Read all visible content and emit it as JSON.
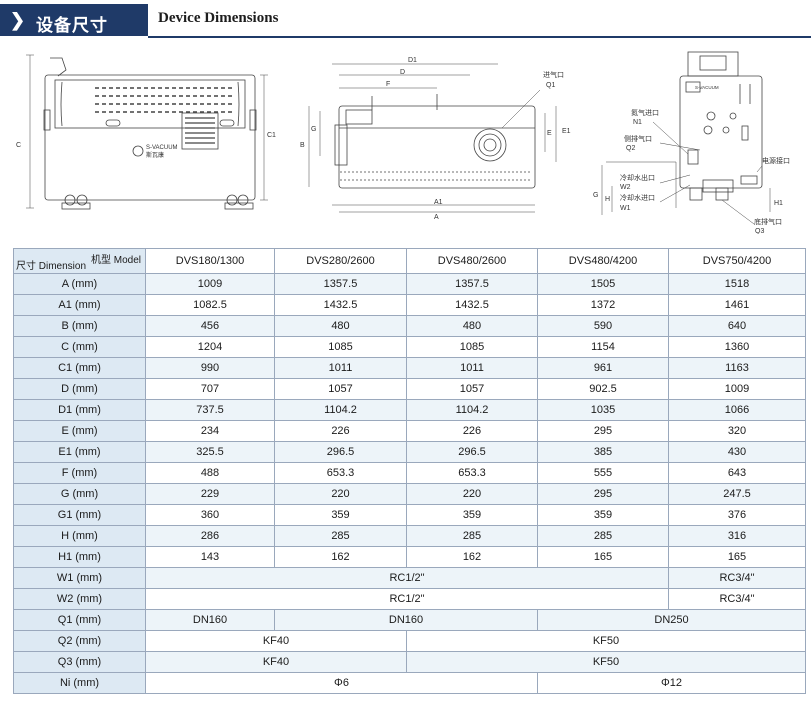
{
  "header": {
    "title_cn": "设备尺寸",
    "title_en": "Device Dimensions"
  },
  "drawings": {
    "front": {
      "labels": [
        "C",
        "C1"
      ],
      "logo_text": "S-VACUUM",
      "logo_sub": "斯瓦康"
    },
    "top": {
      "labels": [
        "D1",
        "D",
        "F",
        "G",
        "B",
        "A1",
        "A",
        "E",
        "E1"
      ],
      "callouts": [
        "进气口",
        "Q1"
      ]
    },
    "side": {
      "labels": [
        "G",
        "H",
        "H1"
      ],
      "callouts": [
        "氮气进口",
        "N1",
        "侧排气口",
        "Q2",
        "冷却水出口",
        "W2",
        "冷却水进口",
        "W1",
        "电源接口",
        "底排气口",
        "Q3"
      ],
      "logo_text": "S-VACUUM"
    }
  },
  "table": {
    "corner_model": "机型 Model",
    "corner_dim": "尺寸 Dimension",
    "models": [
      "DVS180/1300",
      "DVS280/2600",
      "DVS480/2600",
      "DVS480/4200",
      "DVS750/4200"
    ],
    "rows": [
      {
        "label": "A  (mm)",
        "cells": [
          "1009",
          "1357.5",
          "1357.5",
          "1505",
          "1518"
        ]
      },
      {
        "label": "A1  (mm)",
        "cells": [
          "1082.5",
          "1432.5",
          "1432.5",
          "1372",
          "1461"
        ]
      },
      {
        "label": "B  (mm)",
        "cells": [
          "456",
          "480",
          "480",
          "590",
          "640"
        ]
      },
      {
        "label": "C  (mm)",
        "cells": [
          "1204",
          "1085",
          "1085",
          "1154",
          "1360"
        ]
      },
      {
        "label": "C1  (mm)",
        "cells": [
          "990",
          "1011",
          "1011",
          "961",
          "1163"
        ]
      },
      {
        "label": "D  (mm)",
        "cells": [
          "707",
          "1057",
          "1057",
          "902.5",
          "1009"
        ]
      },
      {
        "label": "D1  (mm)",
        "cells": [
          "737.5",
          "1104.2",
          "1104.2",
          "1035",
          "1066"
        ]
      },
      {
        "label": "E  (mm)",
        "cells": [
          "234",
          "226",
          "226",
          "295",
          "320"
        ]
      },
      {
        "label": "E1  (mm)",
        "cells": [
          "325.5",
          "296.5",
          "296.5",
          "385",
          "430"
        ]
      },
      {
        "label": "F  (mm)",
        "cells": [
          "488",
          "653.3",
          "653.3",
          "555",
          "643"
        ]
      },
      {
        "label": "G  (mm)",
        "cells": [
          "229",
          "220",
          "220",
          "295",
          "247.5"
        ]
      },
      {
        "label": "G1  (mm)",
        "cells": [
          "360",
          "359",
          "359",
          "359",
          "376"
        ]
      },
      {
        "label": "H  (mm)",
        "cells": [
          "286",
          "285",
          "285",
          "285",
          "316"
        ]
      },
      {
        "label": "H1  (mm)",
        "cells": [
          "143",
          "162",
          "162",
          "165",
          "165"
        ]
      }
    ],
    "w1": {
      "label": "W1  (mm)",
      "a": "RC1/2\"",
      "b": "RC3/4\""
    },
    "w2": {
      "label": "W2  (mm)",
      "a": "RC1/2\"",
      "b": "RC3/4\""
    },
    "q1": {
      "label": "Q1  (mm)",
      "a": "DN160",
      "b": "DN160",
      "c": "DN250"
    },
    "q2": {
      "label": "Q2  (mm)",
      "a": "KF40",
      "b": "KF50"
    },
    "q3": {
      "label": "Q3  (mm)",
      "a": "KF40",
      "b": "KF50"
    },
    "ni": {
      "label": "Ni  (mm)",
      "a": "Φ6",
      "b": "Φ12"
    }
  }
}
